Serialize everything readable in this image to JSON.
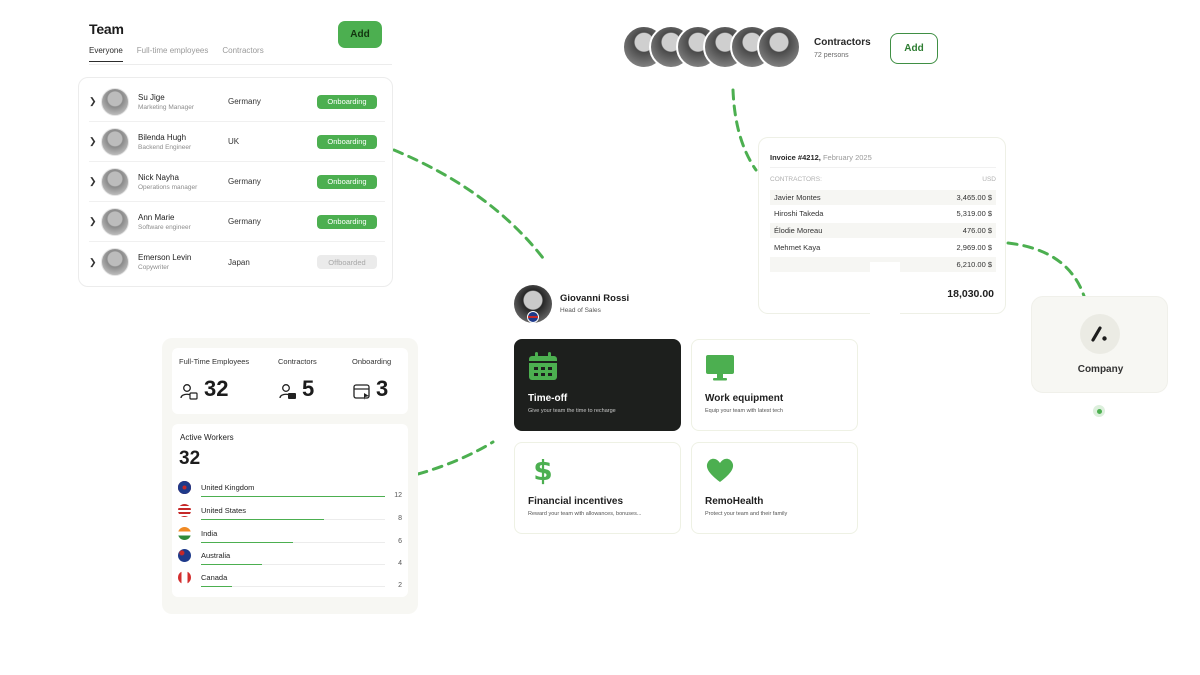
{
  "team": {
    "title": "Team",
    "add_label": "Add",
    "tabs": [
      {
        "label": "Everyone",
        "active": true
      },
      {
        "label": "Full-time employees",
        "active": false
      },
      {
        "label": "Contractors",
        "active": false
      }
    ],
    "members": [
      {
        "name": "Su Jige",
        "role": "Marketing Manager",
        "country": "Germany",
        "status": "Onboarding"
      },
      {
        "name": "Bilenda Hugh",
        "role": "Backend Engineer",
        "country": "UK",
        "status": "Onboarding"
      },
      {
        "name": "Nick Nayha",
        "role": "Operations manager",
        "country": "Germany",
        "status": "Onboarding"
      },
      {
        "name": "Ann Marie",
        "role": "Software engineer",
        "country": "Germany",
        "status": "Onboarding"
      },
      {
        "name": "Emerson Levin",
        "role": "Copywriter",
        "country": "Japan",
        "status": "Offboarded"
      }
    ]
  },
  "contractors": {
    "title": "Contractors",
    "count_text": "72 persons",
    "add_label": "Add"
  },
  "invoice": {
    "title": "Invoice #4212,",
    "date": "February 2025",
    "col_left": "CONTRACTORS:",
    "col_right": "USD",
    "rows": [
      {
        "name": "Javier Montes",
        "amount": "3,465.00 $"
      },
      {
        "name": "Hiroshi Takeda",
        "amount": "5,319.00 $"
      },
      {
        "name": "Élodie Moreau",
        "amount": "476.00 $"
      },
      {
        "name": "Mehmet Kaya",
        "amount": "2,969.00 $"
      },
      {
        "name": "",
        "amount": "6,210.00 $"
      }
    ],
    "total": "18,030.00"
  },
  "company": {
    "label": "Company"
  },
  "manager": {
    "name": "Giovanni Rossi",
    "role": "Head of Sales"
  },
  "benefits": [
    {
      "title": "Time-off",
      "desc": "Give your team the time to recharge",
      "icon": "calendar-icon"
    },
    {
      "title": "Work equipment",
      "desc": "Equip your team with latest tech",
      "icon": "monitor-icon"
    },
    {
      "title": "Financial incentives",
      "desc": "Reward your team with allowances, bonuses...",
      "icon": "dollar-icon"
    },
    {
      "title": "RemoHealth",
      "desc": "Protect your team and their family",
      "icon": "heart-icon"
    }
  ],
  "stats": {
    "full_time": {
      "label": "Full-Time Employees",
      "value": "32"
    },
    "contractors": {
      "label": "Contractors",
      "value": "5"
    },
    "onboarding": {
      "label": "Onboarding",
      "value": "3"
    },
    "active_workers": {
      "label": "Active Workers",
      "value": "32",
      "max": 12,
      "countries": [
        {
          "name": "United Kingdom",
          "count": 12
        },
        {
          "name": "United States",
          "count": 8
        },
        {
          "name": "India",
          "count": 6
        },
        {
          "name": "Australia",
          "count": 4
        },
        {
          "name": "Canada",
          "count": 2
        }
      ]
    }
  },
  "colors": {
    "accent": "#4caf50",
    "dark_tile": "#1d1f1d",
    "offboarded_badge": "#ebebeb"
  }
}
